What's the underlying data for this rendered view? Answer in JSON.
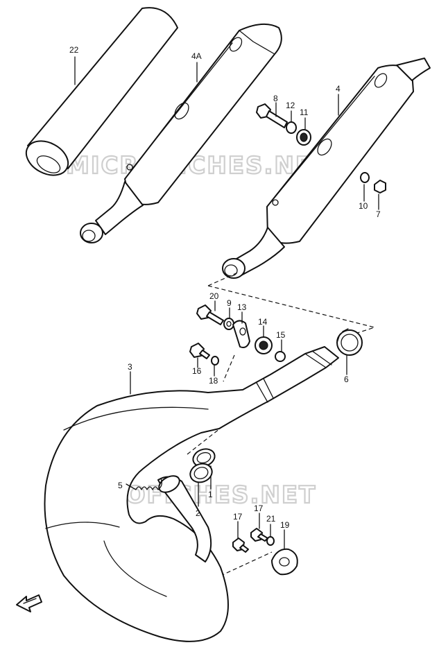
{
  "watermark": "MICROFICHES.NET",
  "part_labels": {
    "p1": "1",
    "p2": "2",
    "p3": "3",
    "p4": "4",
    "p4a": "4A",
    "p5": "5",
    "p6": "6",
    "p7": "7",
    "p8": "8",
    "p9": "9",
    "p10": "10",
    "p11": "11",
    "p12": "12",
    "p13": "13",
    "p14": "14",
    "p15": "15",
    "p16": "16",
    "p17a": "17",
    "p17b": "17",
    "p18": "18",
    "p19": "19",
    "p20": "20",
    "p21": "21",
    "p22": "22"
  },
  "icons": {
    "direction": "front-arrow-icon"
  }
}
